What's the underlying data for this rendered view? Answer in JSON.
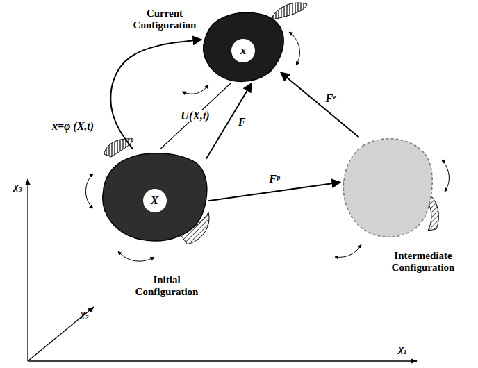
{
  "diagram": {
    "nodes": [
      {
        "text": [
          "Current Configuration",
          "x"
        ]
      },
      {
        "text": [
          "Initial Configuration",
          "X"
        ]
      },
      {
        "text": [
          "Intermediate Configuration"
        ]
      }
    ],
    "edges": [
      {
        "from": 1,
        "to": 0,
        "arrow": "to",
        "label": "x=φ (X,t)"
      },
      {
        "from": 1,
        "to": 0,
        "arrow": "none",
        "label": "U(X,t)"
      },
      {
        "from": 1,
        "to": 0,
        "arrow": "to",
        "label": "F"
      },
      {
        "from": 1,
        "to": 2,
        "arrow": "to",
        "label": "Fᵖ"
      },
      {
        "from": 2,
        "to": 0,
        "arrow": "to",
        "label": "Fᵉ"
      }
    ],
    "labels": [
      "χ₃",
      "χ₂",
      "χ₁"
    ]
  }
}
